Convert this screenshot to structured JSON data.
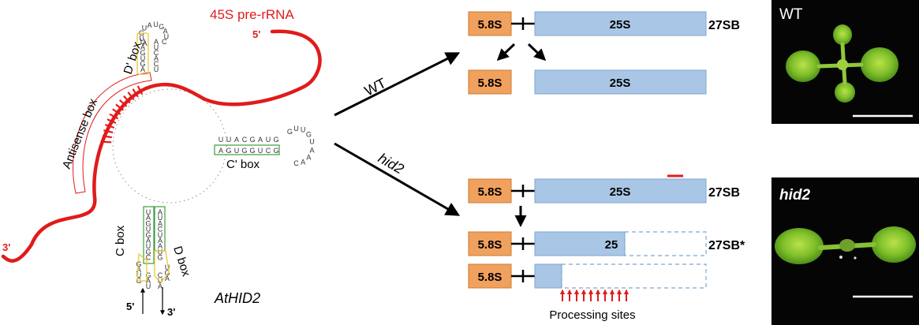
{
  "rna": {
    "pre_rrna_label": "45S pre-rRNA",
    "pre_rrna_five_prime": "5'",
    "pre_rrna_three_prime": "3'",
    "antisense_box_label": "Antisense box",
    "d_prime_box_label": "D' box",
    "c_prime_box_label": "C' box",
    "c_box_label": "C box",
    "d_box_label": "D box",
    "snorna_name": "AtHID2",
    "snorna_five_prime": "5'",
    "snorna_three_prime": "3'",
    "top_loop": [
      "A",
      "U",
      "G",
      "U",
      "A",
      "U",
      "G",
      "A",
      "U",
      "C"
    ],
    "right_stem_top": [
      "U",
      "U",
      "A",
      "C",
      "G",
      "A",
      "U",
      "G"
    ],
    "right_stem_bottom": [
      "A",
      "G",
      "U",
      "G",
      "G",
      "U",
      "C",
      "G"
    ],
    "right_loop": [
      "G",
      "U",
      "U",
      "G",
      "U",
      "A",
      "A",
      "A",
      "C"
    ],
    "left_stem": [
      "U",
      "A",
      "G",
      "U",
      "G",
      "A",
      "U",
      "G",
      "C"
    ],
    "right_stem": [
      "A",
      "U",
      "A",
      "C",
      "U",
      "A",
      "A",
      "U",
      "G"
    ],
    "bottom_pairs": [
      [
        "G",
        "C"
      ],
      [
        "A",
        "U"
      ],
      [
        "U",
        "A"
      ]
    ],
    "bottom_loop_left": [
      "G",
      "A",
      "U",
      "G"
    ],
    "bottom_loop_right": [
      "U",
      "G",
      "A"
    ]
  },
  "pathways": [
    {
      "label": "WT",
      "italic": false
    },
    {
      "label": "hid2",
      "italic": true
    }
  ],
  "blocks": {
    "s58": "5.8S",
    "s25": "25S",
    "s25_partial": "25",
    "r27sb": "27SB",
    "r27sb_star": "27SB*"
  },
  "processing_sites_label": "Processing sites",
  "photos": [
    {
      "label": "WT",
      "italic": false
    },
    {
      "label": "hid2",
      "italic": true
    }
  ],
  "colors": {
    "red": "#e01b1b",
    "orange": "#f0a15e",
    "orange_border": "#cc7a33",
    "blue": "#a9c6e6",
    "blue_border": "#7ea6cf",
    "green_box": "#3a9e3a",
    "yellow_box": "#e8c832"
  }
}
